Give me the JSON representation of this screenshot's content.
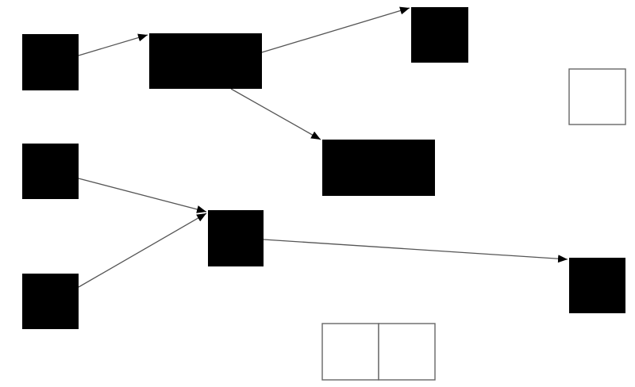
{
  "colors": {
    "background": "#ffffff",
    "filled_node": "#000000",
    "empty_node_fill": "#ffffff",
    "outline": "#666666",
    "edge": "#555555"
  },
  "nodes": [
    {
      "id": "n1",
      "style": "filled"
    },
    {
      "id": "n2",
      "style": "filled"
    },
    {
      "id": "n3",
      "style": "filled"
    },
    {
      "id": "n4",
      "style": "filled"
    },
    {
      "id": "n5",
      "style": "filled"
    },
    {
      "id": "n6",
      "style": "filled"
    },
    {
      "id": "n7",
      "style": "filled"
    },
    {
      "id": "n8",
      "style": "filled"
    },
    {
      "id": "n9",
      "style": "outline"
    },
    {
      "id": "n10",
      "style": "outline"
    },
    {
      "id": "n11",
      "style": "outline"
    }
  ],
  "edges": [
    {
      "from": "n1",
      "to": "n2"
    },
    {
      "from": "n2",
      "to": "n3"
    },
    {
      "from": "n2",
      "to": "n4"
    },
    {
      "from": "n5",
      "to": "n7"
    },
    {
      "from": "n6",
      "to": "n7"
    },
    {
      "from": "n7",
      "to": "n8"
    }
  ]
}
